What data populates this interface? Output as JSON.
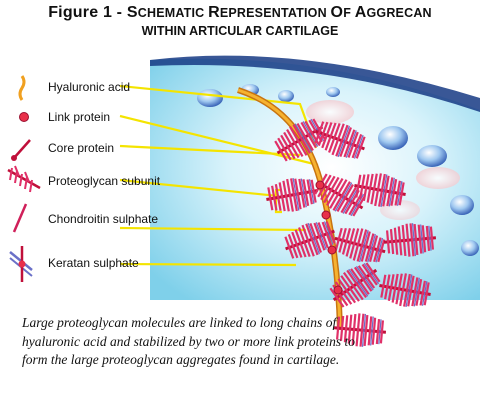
{
  "figure": {
    "title_prefix": "Figure 1 - ",
    "title_line1": "Schematic representation of aggrecan",
    "title_line2": "within articular cartilage"
  },
  "legend": [
    {
      "label": "Hyaluronic acid",
      "icon": "hyaluronic-acid-icon"
    },
    {
      "label": "Link protein",
      "icon": "link-protein-icon"
    },
    {
      "label": "Core protein",
      "icon": "core-protein-icon"
    },
    {
      "label": "Proteoglycan subunit",
      "icon": "proteoglycan-subunit-icon"
    },
    {
      "label": "Chondroitin sulphate",
      "icon": "chondroitin-sulphate-icon"
    },
    {
      "label": "Keratan sulphate",
      "icon": "keratan-sulphate-icon"
    }
  ],
  "caption": "Large proteoglycan molecules are linked to long chains of hyaluronic acid and stabilized by two or more link proteins to form the large proteoglycan aggregates found in cartilage.",
  "colors": {
    "hyaluronic": "#f0a020",
    "link": "#e8304a",
    "core": "#c0103a",
    "chondroitin": "#e03068",
    "keratan": "#6a70c8",
    "pointer": "#f4e400",
    "background": "#c8ecf6"
  }
}
